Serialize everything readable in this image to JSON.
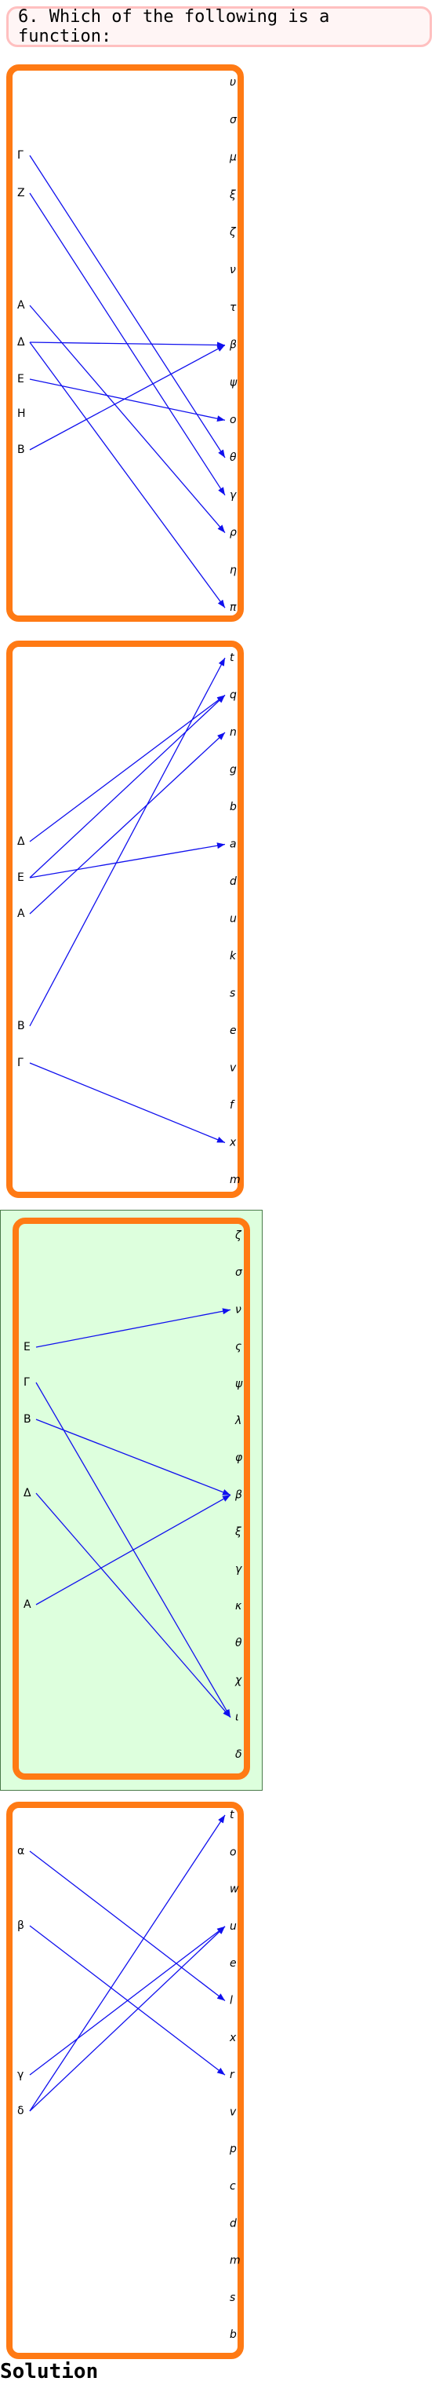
{
  "question": "6. Which of the following is a function:",
  "solution_label": "Solution",
  "arrow_color": "#1010ee",
  "panel_border_color": "#ff7a14",
  "correct_highlight_color": "#ddffdd",
  "panels": [
    {
      "correct": false,
      "domain": [
        "Γ",
        "Z",
        "A",
        "Δ",
        "E",
        "H",
        "B"
      ],
      "codomain": [
        "υ",
        "σ",
        "μ",
        "ξ",
        "ζ",
        "ν",
        "τ",
        "β",
        "ψ",
        "ο",
        "θ",
        "γ",
        "ρ",
        "η",
        "π"
      ],
      "arrows": [
        [
          "Γ",
          "θ"
        ],
        [
          "Z",
          "γ"
        ],
        [
          "A",
          "ρ"
        ],
        [
          "Δ",
          "β"
        ],
        [
          "Δ",
          "π"
        ],
        [
          "E",
          "ο"
        ],
        [
          "B",
          "β"
        ]
      ]
    },
    {
      "correct": false,
      "domain": [
        "Δ",
        "E",
        "A",
        "B",
        "Γ"
      ],
      "codomain": [
        "t",
        "q",
        "n",
        "g",
        "b",
        "a",
        "d",
        "u",
        "k",
        "s",
        "e",
        "v",
        "f",
        "x",
        "m"
      ],
      "arrows": [
        [
          "Δ",
          "q"
        ],
        [
          "E",
          "q"
        ],
        [
          "E",
          "a"
        ],
        [
          "A",
          "n"
        ],
        [
          "B",
          "t"
        ],
        [
          "Γ",
          "x"
        ]
      ]
    },
    {
      "correct": true,
      "domain": [
        "E",
        "Γ",
        "B",
        "Δ",
        "A"
      ],
      "codomain": [
        "ζ",
        "σ",
        "ν",
        "ς",
        "ψ",
        "λ",
        "φ",
        "β",
        "ξ",
        "γ",
        "κ",
        "θ",
        "χ",
        "ι",
        "δ"
      ],
      "arrows": [
        [
          "E",
          "ν"
        ],
        [
          "Γ",
          "ι"
        ],
        [
          "B",
          "β"
        ],
        [
          "Δ",
          "ι"
        ],
        [
          "A",
          "β"
        ]
      ]
    },
    {
      "correct": false,
      "domain": [
        "α",
        "β",
        "γ",
        "δ"
      ],
      "codomain": [
        "t",
        "o",
        "w",
        "u",
        "e",
        "l",
        "x",
        "r",
        "v",
        "p",
        "c",
        "d",
        "m",
        "s",
        "b"
      ],
      "arrows": [
        [
          "α",
          "l"
        ],
        [
          "β",
          "r"
        ],
        [
          "γ",
          "u"
        ],
        [
          "δ",
          "t"
        ],
        [
          "δ",
          "u"
        ]
      ]
    }
  ]
}
